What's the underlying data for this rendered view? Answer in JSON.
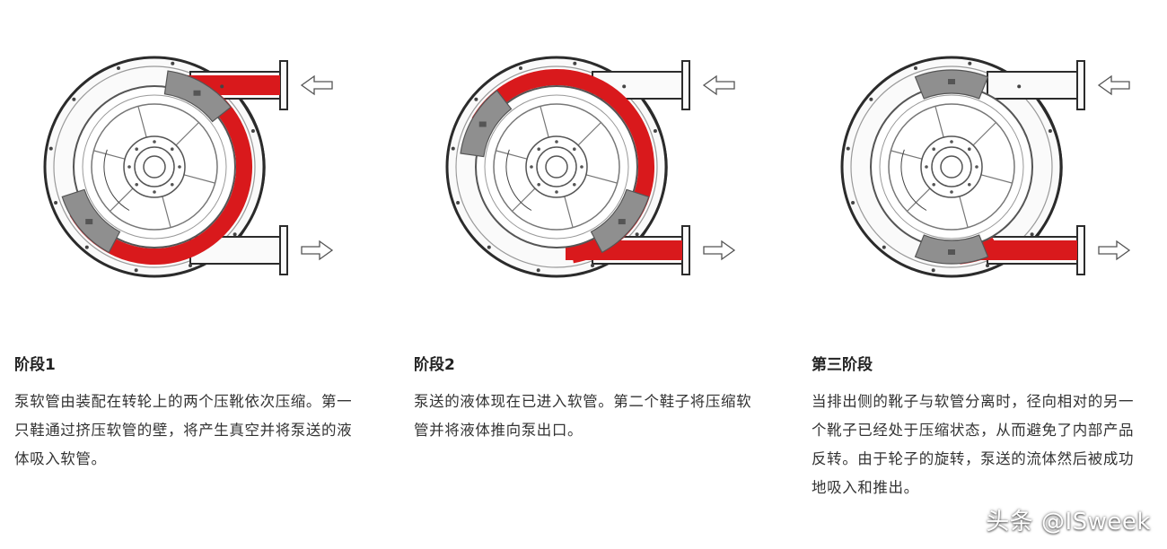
{
  "colors": {
    "tube_fluid": "#d9191c",
    "housing_line": "#2b2b2b",
    "shoe": "#8f8f8f",
    "arrow": "#555555"
  },
  "stages": [
    {
      "title": "阶段1",
      "body": "泵软管由装配在转轮上的两个压靴依次压缩。第一只鞋通过挤压软管的壁，将产生真空并将泵送的液体吸入软管。"
    },
    {
      "title": "阶段2",
      "body": "泵送的液体现在已进入软管。第二个鞋子将压缩软管并将液体推向泵出口。"
    },
    {
      "title": "第三阶段",
      "body": "当排出侧的靴子与软管分离时，径向相对的另一个靴子已经处于压缩状态，从而避免了内部产品反转。由于轮子的旋转，泵送的流体然后被成功地吸入和推出。"
    }
  ],
  "watermark": "头条 @ISweek"
}
